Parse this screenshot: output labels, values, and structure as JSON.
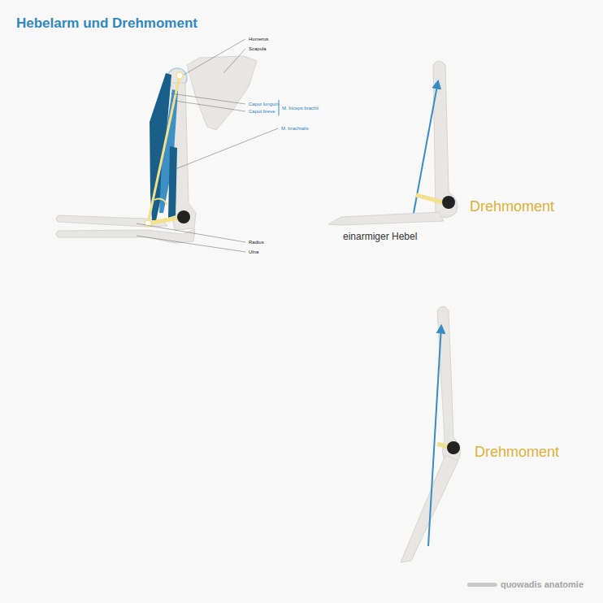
{
  "diagram": {
    "title": "Hebelarm und Drehmoment",
    "labels": [
      "Humerus",
      "Scapula",
      "Caput longum",
      "Caput breve",
      "M. biceps brachii",
      "M. brachialis",
      "Radius",
      "Ulna",
      "Drehmoment",
      "einarmiger Hebel",
      "Drehmoment",
      "quowadis anatomie"
    ]
  }
}
